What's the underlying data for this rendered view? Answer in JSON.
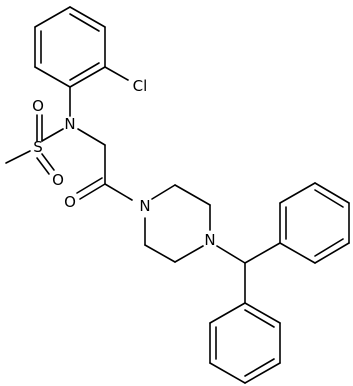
{
  "molecule": {
    "atoms": {
      "cl": "Cl",
      "n_sulfonamide": "N",
      "s": "S",
      "o_s_upper": "O",
      "o_s_lower": "O",
      "o_carbonyl": "O",
      "n_piperazine_1": "N",
      "n_piperazine_4": "N"
    }
  }
}
